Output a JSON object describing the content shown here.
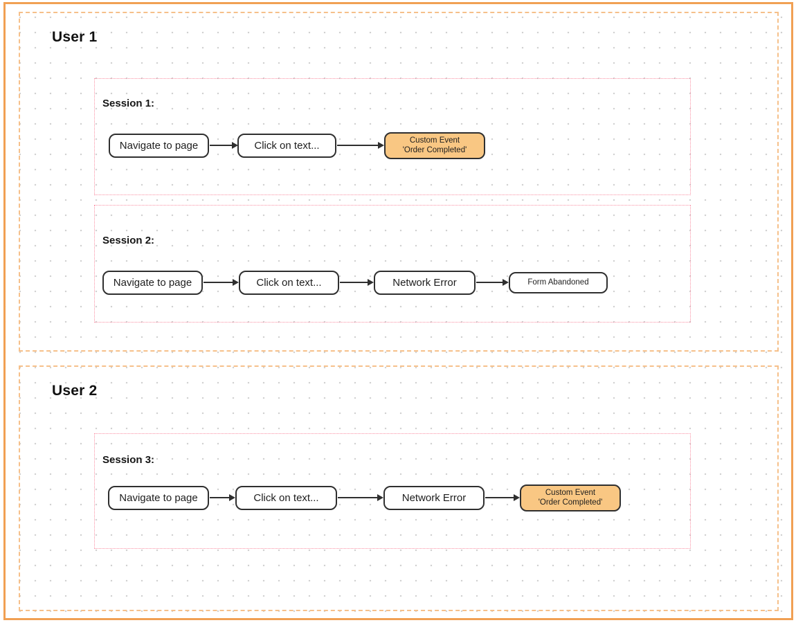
{
  "diagram": {
    "users": [
      {
        "title": "User 1",
        "sessions": [
          {
            "title": "Session 1:",
            "nodes": [
              {
                "label": "Navigate to page",
                "type": "event"
              },
              {
                "label": "Click on text...",
                "type": "event"
              },
              {
                "line1": "Custom Event",
                "line2": "'Order Completed'",
                "type": "custom-event"
              }
            ]
          },
          {
            "title": "Session 2:",
            "nodes": [
              {
                "label": "Navigate to page",
                "type": "event"
              },
              {
                "label": "Click on text...",
                "type": "event"
              },
              {
                "label": "Network Error",
                "type": "event"
              },
              {
                "label": "Form Abandoned",
                "type": "event"
              }
            ]
          }
        ]
      },
      {
        "title": "User 2",
        "sessions": [
          {
            "title": "Session 3:",
            "nodes": [
              {
                "label": "Navigate to page",
                "type": "event"
              },
              {
                "label": "Click on text...",
                "type": "event"
              },
              {
                "label": "Network Error",
                "type": "event"
              },
              {
                "line1": "Custom Event",
                "line2": "'Order Completed'",
                "type": "custom-event"
              }
            ]
          }
        ]
      }
    ],
    "colors": {
      "outer_frame": "#f1a053",
      "user_box_dashed": "#f6c08a",
      "session_box_dotted": "#fa8fa3",
      "custom_event_fill": "#f9c783",
      "node_border": "#2f2f2f",
      "grid_dot": "#cfcfcf"
    }
  }
}
